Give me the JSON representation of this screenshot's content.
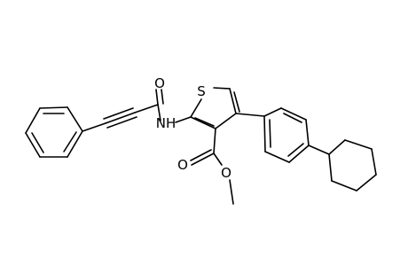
{
  "molecule": {
    "atom_labels": {
      "sulfur": "S",
      "amide_oxygen": "O",
      "amide_nitrogen": "NH",
      "ester_carbonyl_oxygen": "O",
      "ester_ether_oxygen": "O"
    },
    "colors": {
      "bond": "#000000",
      "label": "#000000",
      "background": "#ffffff"
    }
  }
}
